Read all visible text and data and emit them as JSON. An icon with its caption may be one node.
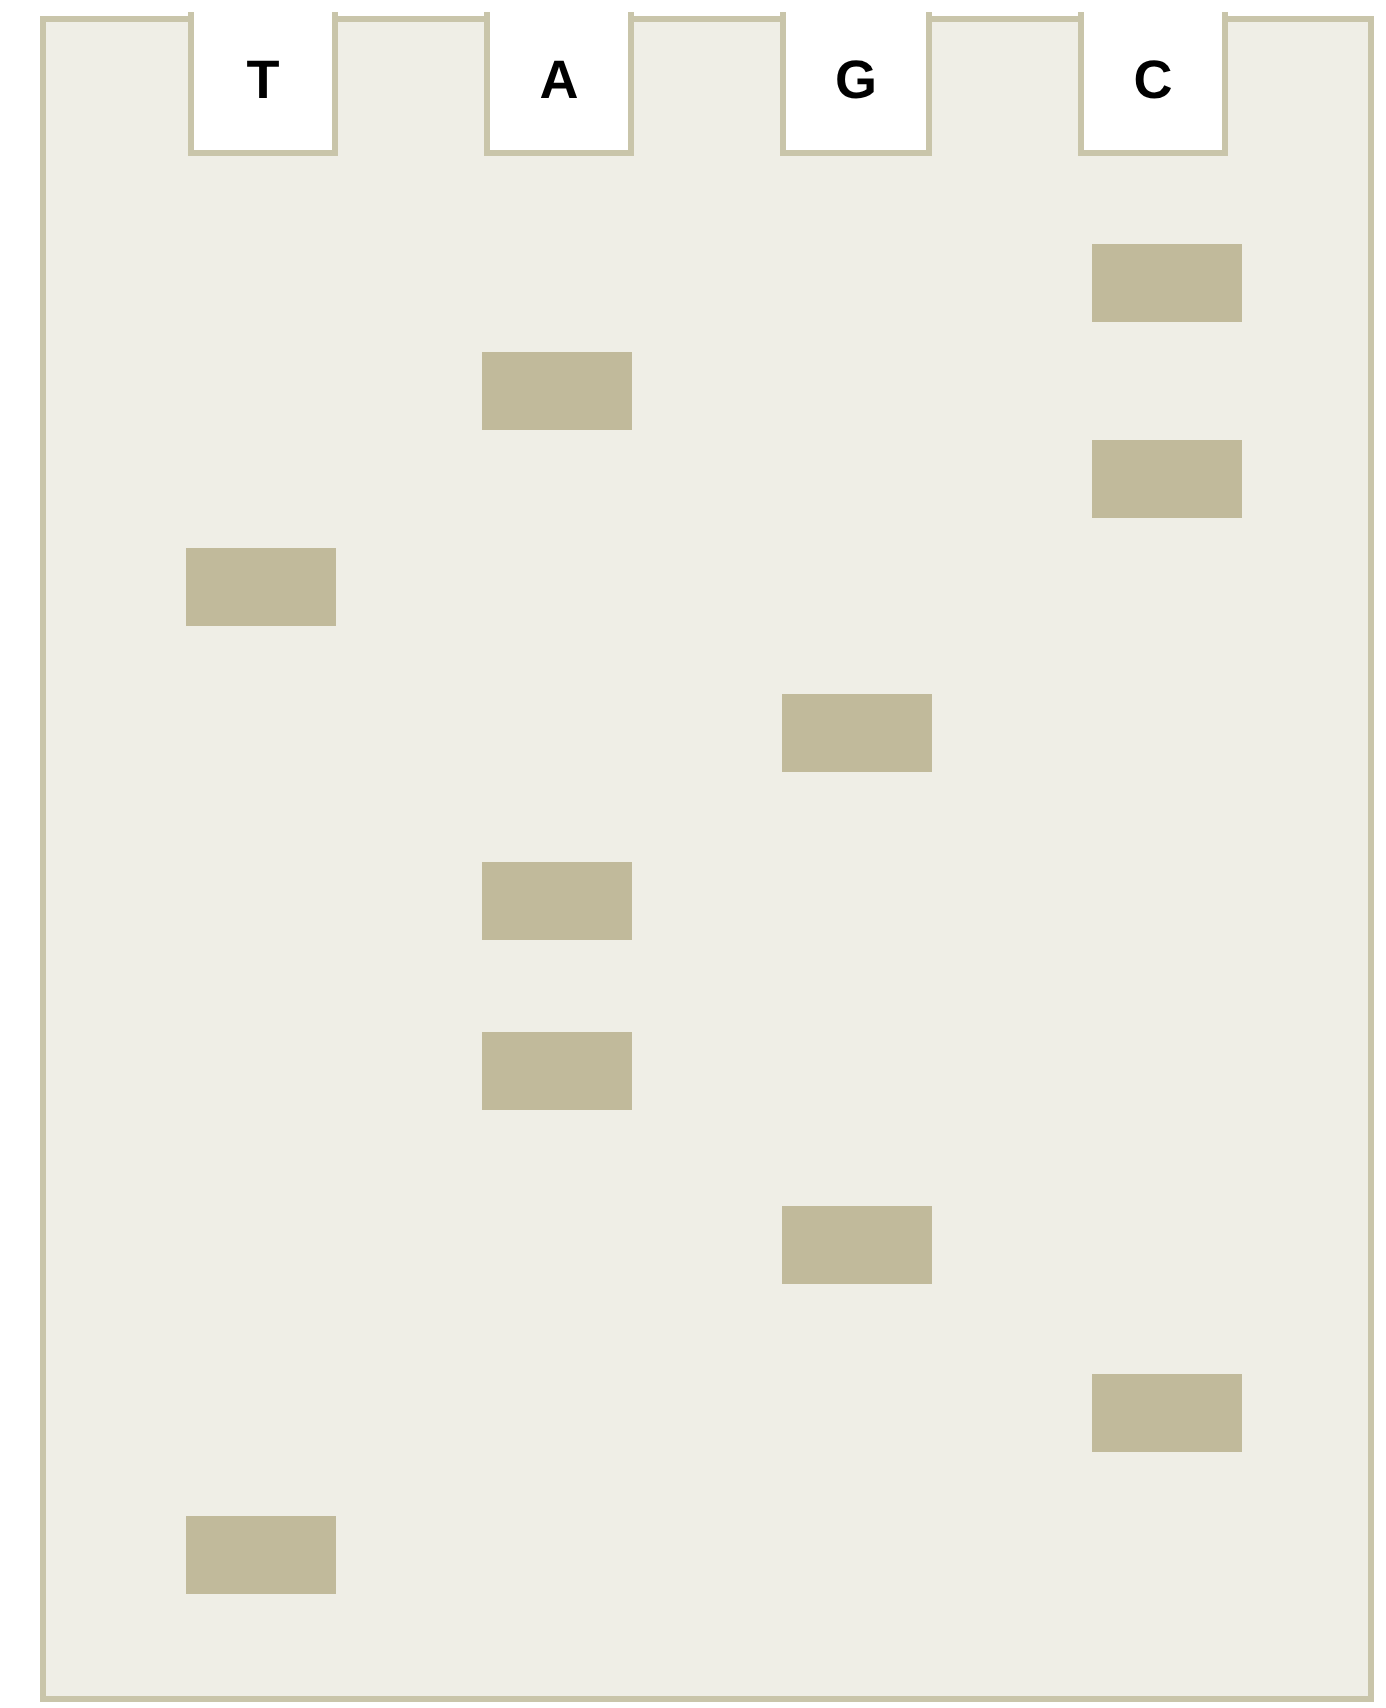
{
  "diagram": {
    "nodes": [
      {
        "text": [
          "T"
        ]
      },
      {
        "text": [
          "A"
        ]
      },
      {
        "text": [
          "G"
        ]
      },
      {
        "text": [
          "C"
        ]
      },
      {
        "text": [],
        "shape": "bar"
      },
      {
        "text": [],
        "shape": "bar"
      },
      {
        "text": [],
        "shape": "bar"
      },
      {
        "text": [],
        "shape": "bar"
      },
      {
        "text": [],
        "shape": "bar"
      },
      {
        "text": [],
        "shape": "bar"
      },
      {
        "text": [],
        "shape": "bar"
      },
      {
        "text": [],
        "shape": "bar"
      },
      {
        "text": [],
        "shape": "bar"
      },
      {
        "text": [],
        "shape": "bar"
      }
    ]
  }
}
